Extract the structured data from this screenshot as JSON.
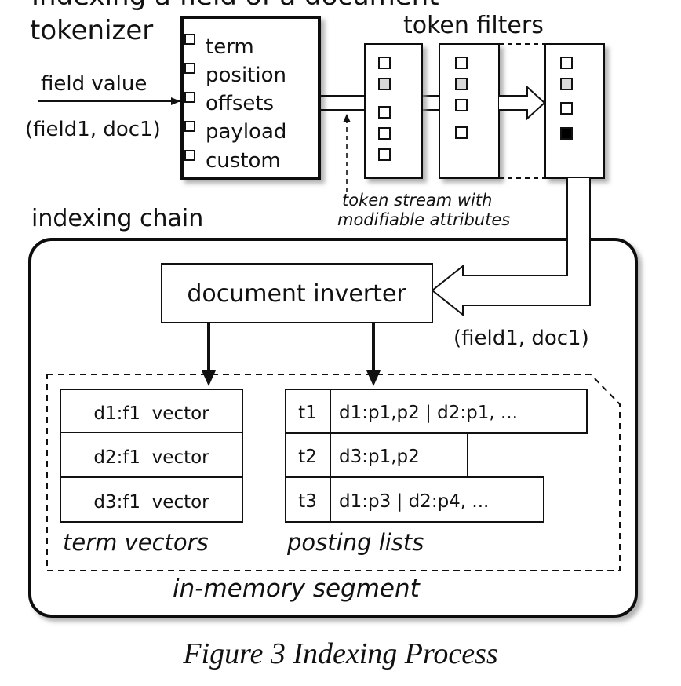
{
  "heading_partial": "Indexing a field of a document",
  "tokenizer": {
    "label": "tokenizer",
    "attributes": [
      "term",
      "position",
      "offsets",
      "payload",
      "custom"
    ]
  },
  "input": {
    "label": "field value",
    "source": "(field1, doc1)"
  },
  "token_filters": {
    "label": "token filters",
    "stream_note_line1": "token stream with",
    "stream_note_line2": "modifiable attributes"
  },
  "indexing_chain": {
    "label": "indexing chain",
    "inverter_label": "document inverter",
    "output_label": "(field1, doc1)"
  },
  "segment": {
    "label": "in-memory segment",
    "term_vectors": {
      "label": "term vectors",
      "rows": [
        "d1:f1  vector",
        "d2:f1  vector",
        "d3:f1  vector"
      ]
    },
    "posting_lists": {
      "label": "posting lists",
      "rows": [
        {
          "term": "t1",
          "postings": "d1:p1,p2 | d2:p1, ..."
        },
        {
          "term": "t2",
          "postings": "d3:p1,p2"
        },
        {
          "term": "t3",
          "postings": "d1:p3 | d2:p4, ..."
        }
      ]
    }
  },
  "caption": "Figure 3 Indexing Process",
  "colors": {
    "line": "#111111",
    "shadow": "#9a9a9a",
    "slot_gray": "#d9d9d9",
    "slot_black": "#000000"
  }
}
